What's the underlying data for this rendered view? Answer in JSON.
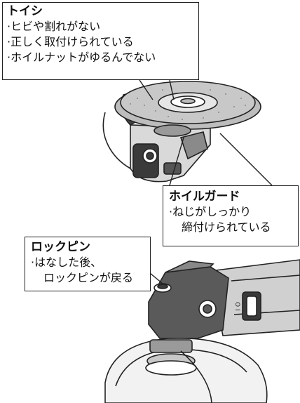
{
  "disc": {
    "title": "トイシ",
    "items": [
      "·ヒビや割れがない",
      "·正しく取付けられている",
      "·ホイルナットがゆるんでない"
    ]
  },
  "guard": {
    "title": "ホイルガード",
    "items": [
      "·ねじがしっかり",
      "締付けられている"
    ]
  },
  "lockpin": {
    "title": "ロックピン",
    "items": [
      "·はなした後、",
      "ロックピンが戻る"
    ]
  },
  "switch_marking": "O I"
}
